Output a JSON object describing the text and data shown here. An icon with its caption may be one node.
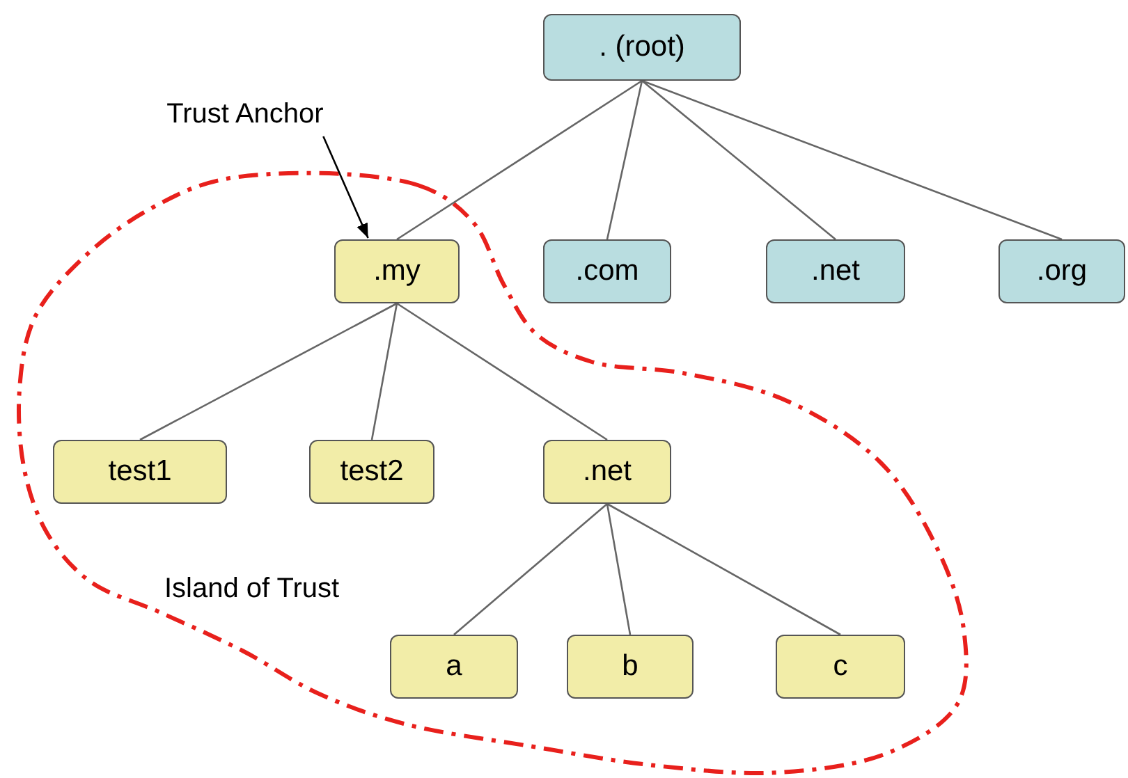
{
  "diagram": {
    "nodes": [
      {
        "text": [
          ". (root)"
        ]
      },
      {
        "text": [
          ".my"
        ]
      },
      {
        "text": [
          ".com"
        ]
      },
      {
        "text": [
          ".net"
        ]
      },
      {
        "text": [
          ".org"
        ]
      },
      {
        "text": [
          "test1"
        ]
      },
      {
        "text": [
          "test2"
        ]
      },
      {
        "text": [
          ".net"
        ]
      },
      {
        "text": [
          "a"
        ]
      },
      {
        "text": [
          "b"
        ]
      },
      {
        "text": [
          "c"
        ]
      },
      {
        "text": [
          "Trust Anchor"
        ]
      }
    ],
    "edges": [
      {
        "from": 0,
        "to": 1,
        "arrow": "none"
      },
      {
        "from": 0,
        "to": 2,
        "arrow": "none"
      },
      {
        "from": 0,
        "to": 3,
        "arrow": "none"
      },
      {
        "from": 0,
        "to": 4,
        "arrow": "none"
      },
      {
        "from": 1,
        "to": 5,
        "arrow": "none"
      },
      {
        "from": 1,
        "to": 6,
        "arrow": "none"
      },
      {
        "from": 1,
        "to": 7,
        "arrow": "none"
      },
      {
        "from": 7,
        "to": 8,
        "arrow": "none"
      },
      {
        "from": 7,
        "to": 9,
        "arrow": "none"
      },
      {
        "from": 7,
        "to": 10,
        "arrow": "none"
      },
      {
        "from": 11,
        "to": 1,
        "arrow": "to",
        "color": "#000000"
      }
    ],
    "labels": [
      "Island of Trust"
    ]
  }
}
